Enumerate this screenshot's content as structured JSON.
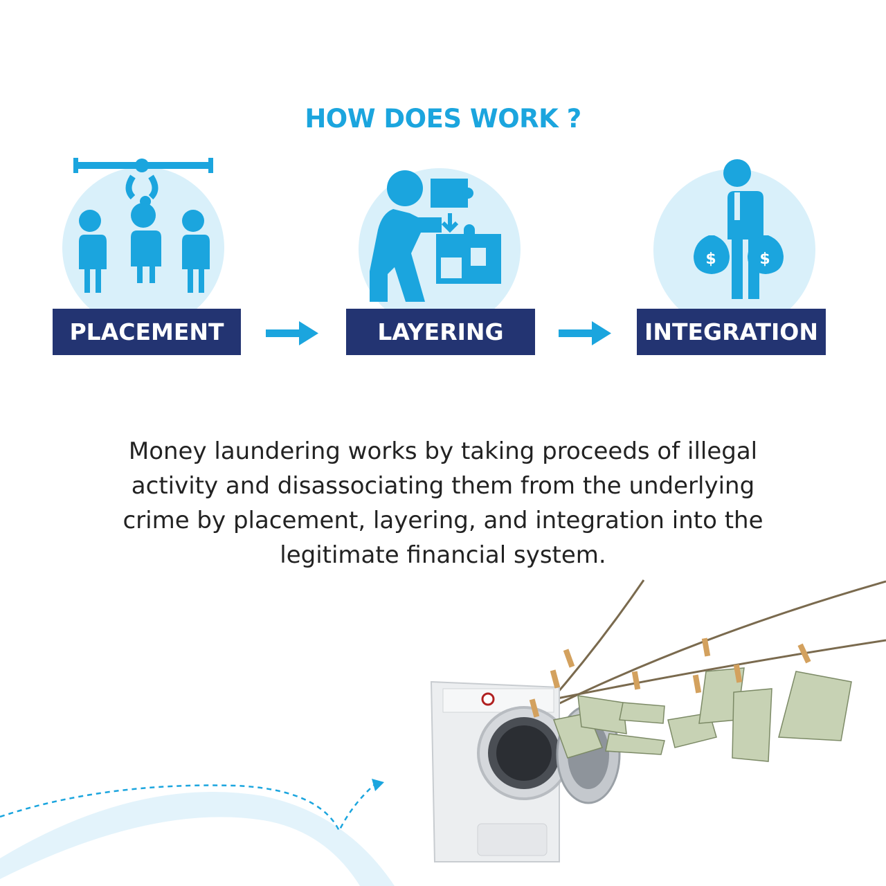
{
  "title": "HOW DOES WORK ?",
  "steps": [
    {
      "label": "PLACEMENT",
      "icon": "placement-people-icon"
    },
    {
      "label": "LAYERING",
      "icon": "layering-puzzle-icon"
    },
    {
      "label": "INTEGRATION",
      "icon": "integration-moneybags-icon"
    }
  ],
  "description": "Money laundering works by taking proceeds of illegal activity and disassociating them from the underlying crime by placement, layering, and integration into the legitimate financial system.",
  "illustration": {
    "icon": "washing-machine-money-icon"
  },
  "colors": {
    "accent": "#1ba5de",
    "circle": "#d9f0fa",
    "label_bg": "#233472",
    "text": "#222222"
  }
}
